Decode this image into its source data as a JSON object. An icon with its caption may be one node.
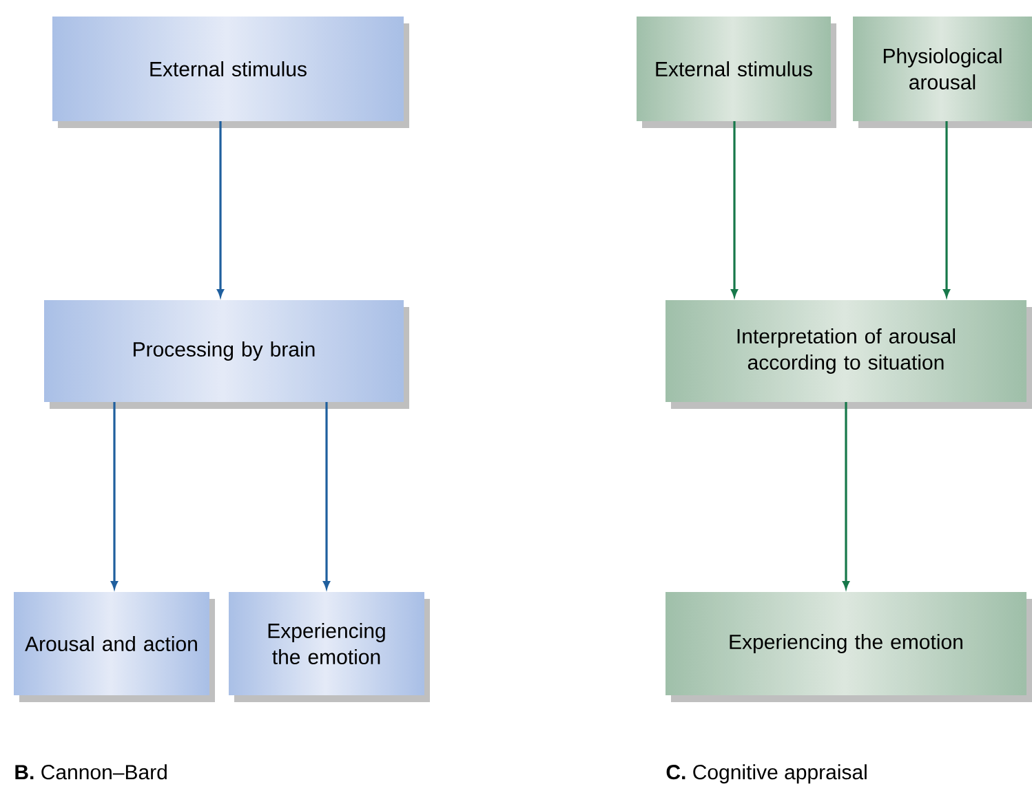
{
  "diagram": {
    "nodes": [
      {
        "text": [
          "External stimulus"
        ]
      },
      {
        "text": [
          "Processing by brain"
        ]
      },
      {
        "text": [
          "Arousal and action"
        ]
      },
      {
        "text": [
          "Experiencing the emotion"
        ]
      },
      {
        "text": [
          "External stimulus"
        ]
      },
      {
        "text": [
          "Physiological arousal"
        ]
      },
      {
        "text": [
          "Interpretation of arousal according to situation"
        ]
      },
      {
        "text": [
          "Experiencing the emotion"
        ]
      }
    ],
    "edges": [
      {
        "from": 0,
        "to": 1,
        "arrow": "to",
        "color": "#1f5f9e"
      },
      {
        "from": 1,
        "to": 2,
        "arrow": "to",
        "color": "#1f5f9e"
      },
      {
        "from": 1,
        "to": 3,
        "arrow": "to",
        "color": "#1f5f9e"
      },
      {
        "from": 4,
        "to": 6,
        "arrow": "to",
        "color": "#17784a"
      },
      {
        "from": 5,
        "to": 6,
        "arrow": "to",
        "color": "#17784a"
      },
      {
        "from": 6,
        "to": 7,
        "arrow": "to",
        "color": "#17784a"
      }
    ],
    "labels": [
      "**B.** Cannon–Bard",
      "**C.** Cognitive appraisal"
    ]
  }
}
